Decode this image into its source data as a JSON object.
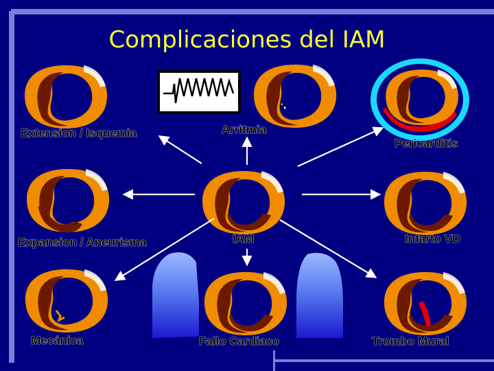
{
  "title": "Complicaciones del IAM",
  "labels": {
    "extension": "Extension / Isquemia",
    "arritmia": "Arritmia",
    "pericarditis": "Pericarditis",
    "expansion": "Expansion / Aneurisma",
    "iam": "IAM",
    "infarto_vd": "Infarto VD",
    "mecanica": "Mecánica",
    "fallo": "Fallo Cardiaco",
    "trombo": "Trombo Mural"
  },
  "colors": {
    "background": "#000080",
    "frame": "#7d7dd8",
    "title": "#ffff33",
    "myocardium": "#f08c00",
    "infarct": "#6b1a00",
    "pericardium": "#19d9ff",
    "pericardial_effusion": "#e00000",
    "thrombus": "#e00000"
  },
  "icons": [
    "ecg-arrhythmia-icon",
    "heart-cross-section-icon",
    "lung-silhouette-icon",
    "arrow-icon"
  ]
}
